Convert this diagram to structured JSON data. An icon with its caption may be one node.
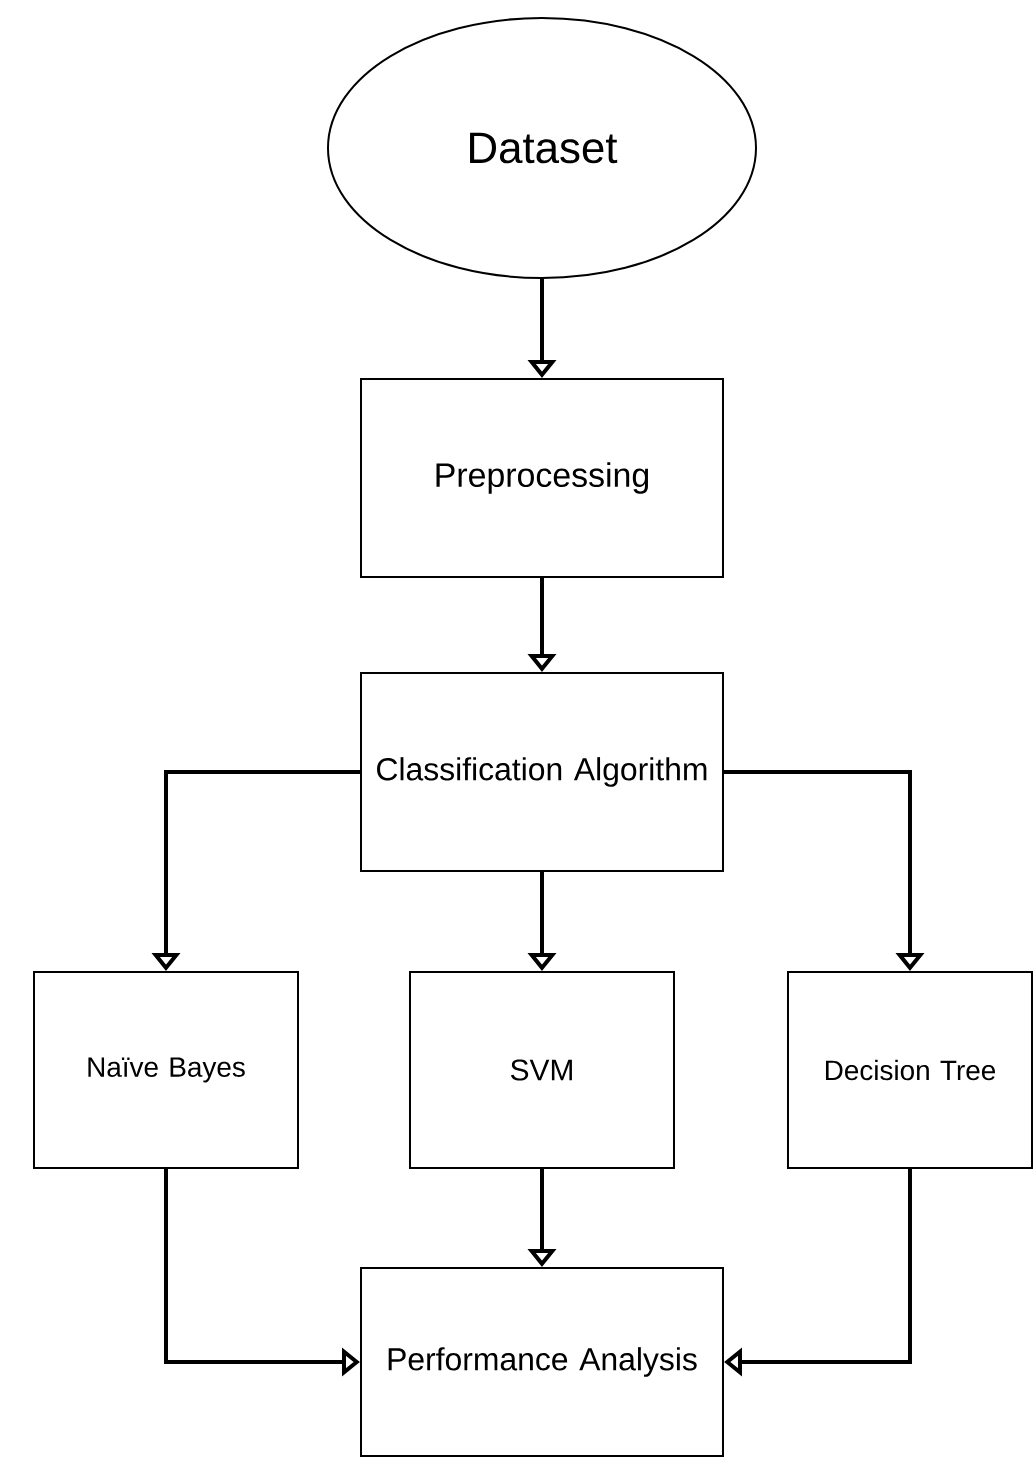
{
  "diagram": {
    "nodes": [
      {
        "text": [
          "Dataset"
        ]
      },
      {
        "text": [
          "Preprocessing"
        ]
      },
      {
        "text": [
          "Classification Algorithm"
        ]
      },
      {
        "text": [
          "Naïve Bayes"
        ]
      },
      {
        "text": [
          "SVM"
        ]
      },
      {
        "text": [
          "Decision Tree"
        ]
      },
      {
        "text": [
          "Performance Analysis"
        ]
      }
    ],
    "edges": [
      {
        "from": 0,
        "to": 1,
        "arrow": "to"
      },
      {
        "from": 1,
        "to": 2,
        "arrow": "to"
      },
      {
        "from": 2,
        "to": 3,
        "arrow": "to"
      },
      {
        "from": 2,
        "to": 4,
        "arrow": "to"
      },
      {
        "from": 2,
        "to": 5,
        "arrow": "to"
      },
      {
        "from": 3,
        "to": 6,
        "arrow": "to"
      },
      {
        "from": 4,
        "to": 6,
        "arrow": "to"
      },
      {
        "from": 5,
        "to": 6,
        "arrow": "to"
      }
    ]
  }
}
